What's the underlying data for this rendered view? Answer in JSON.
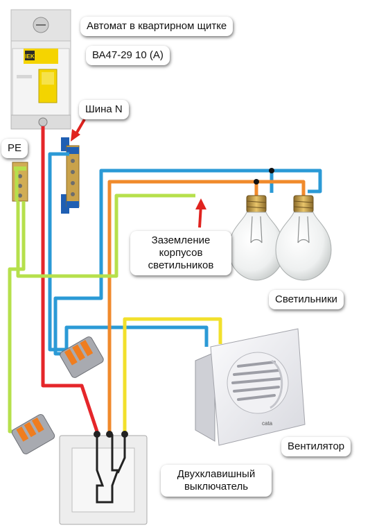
{
  "labels": {
    "breaker_title": "Автомат в квартирном щитке",
    "breaker_model": "ВА47-29 10 (А)",
    "neutral_bus": "Шина N",
    "pe_bus": "PE",
    "lamp_grounding": [
      "Заземление",
      "корпусов",
      "светильников"
    ],
    "lamps": "Светильники",
    "fan": "Вентилятор",
    "switch": [
      "Двухклавишный",
      "выключатель"
    ]
  },
  "device_marks": {
    "breaker_brand": "IEK",
    "fan_brand": "cata"
  },
  "wire_colors": {
    "phase": "#e5262a",
    "neutral": "#2b9ad6",
    "ground": "#b6e04c",
    "lamp_line_1": "#f08a2c",
    "lamp_line_2": "#f2e02c"
  }
}
